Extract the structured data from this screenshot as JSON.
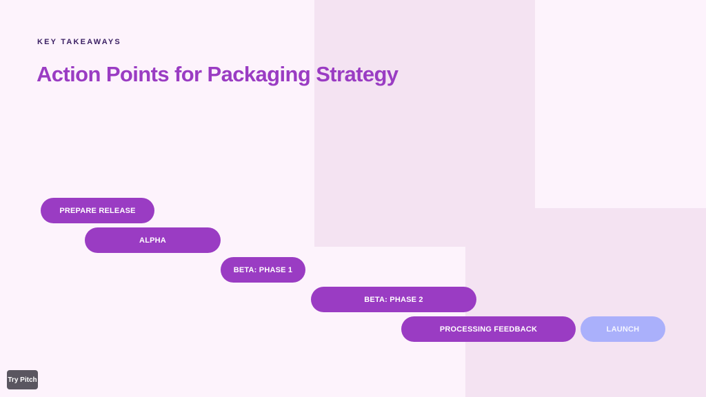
{
  "slide": {
    "eyebrow": "KEY TAKEAWAYS",
    "title": "Action Points for Packaging Strategy"
  },
  "timeline": {
    "phases": [
      {
        "label": "PREPARE RELEASE"
      },
      {
        "label": "ALPHA"
      },
      {
        "label": "BETA: PHASE 1"
      },
      {
        "label": "BETA: PHASE 2"
      },
      {
        "label": "PROCESSING FEEDBACK"
      },
      {
        "label": "LAUNCH"
      }
    ]
  },
  "badge": {
    "label": "Try Pitch"
  },
  "colors": {
    "background": "#fdf3fc",
    "panel": "#f4e3f2",
    "accent": "#9a3cc3",
    "launch": "#aab0fb",
    "eyebrow": "#3a1f63",
    "badge": "#5a5660"
  }
}
